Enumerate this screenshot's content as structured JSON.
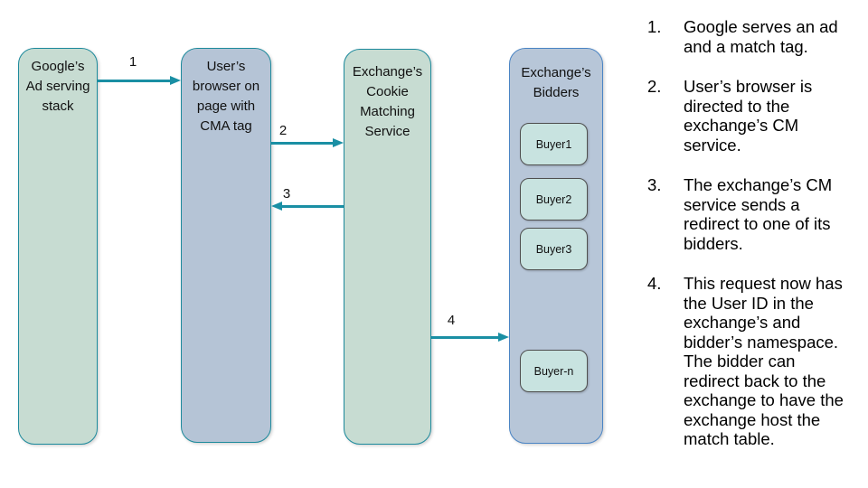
{
  "diagram": {
    "arrow_color": "#1a8fa4",
    "buyer_fill": "#c8e3e0",
    "buyer_border": "#4f4f4f",
    "lanes": [
      {
        "label": "Google’s\nAd serving\nstack",
        "fill": "#c7dcd2",
        "border": "#1d8a9c"
      },
      {
        "label": "User’s\nbrowser on\npage with\nCMA tag",
        "fill": "#b5c4d6",
        "border": "#1d8a9c"
      },
      {
        "label": "Exchange’s\nCookie\nMatching\nService",
        "fill": "#c7dcd2",
        "border": "#1d8a9c"
      },
      {
        "label": "Exchange’s\nBidders",
        "fill": "#b7c6d8",
        "border": "#4a84c4"
      }
    ],
    "buyers": [
      "Buyer1",
      "Buyer2",
      "Buyer3",
      "Buyer-n"
    ],
    "arrows": [
      {
        "label": "1",
        "from": "googles-ad-serving-stack",
        "to": "users-browser",
        "direction": "right"
      },
      {
        "label": "2",
        "from": "users-browser",
        "to": "exchanges-cm-service",
        "direction": "right"
      },
      {
        "label": "3",
        "from": "exchanges-cm-service",
        "to": "users-browser",
        "direction": "left"
      },
      {
        "label": "4",
        "from": "exchanges-cm-service",
        "to": "exchanges-bidders",
        "direction": "right"
      }
    ]
  },
  "steps": [
    {
      "num": "1.",
      "text": "Google serves an ad\nand a match tag."
    },
    {
      "num": "2.",
      "text": "User’s browser is\ndirected to the\nexchange’s CM\nservice."
    },
    {
      "num": "3.",
      "text": "The exchange’s CM\nservice sends a\nredirect to one of its\nbidders."
    },
    {
      "num": "4.",
      "text": "This request now has\nthe User ID in the\nexchange’s and\nbidder’s namespace.\nThe bidder can\nredirect back to the\nexchange to have the\nexchange host the\nmatch table."
    }
  ]
}
